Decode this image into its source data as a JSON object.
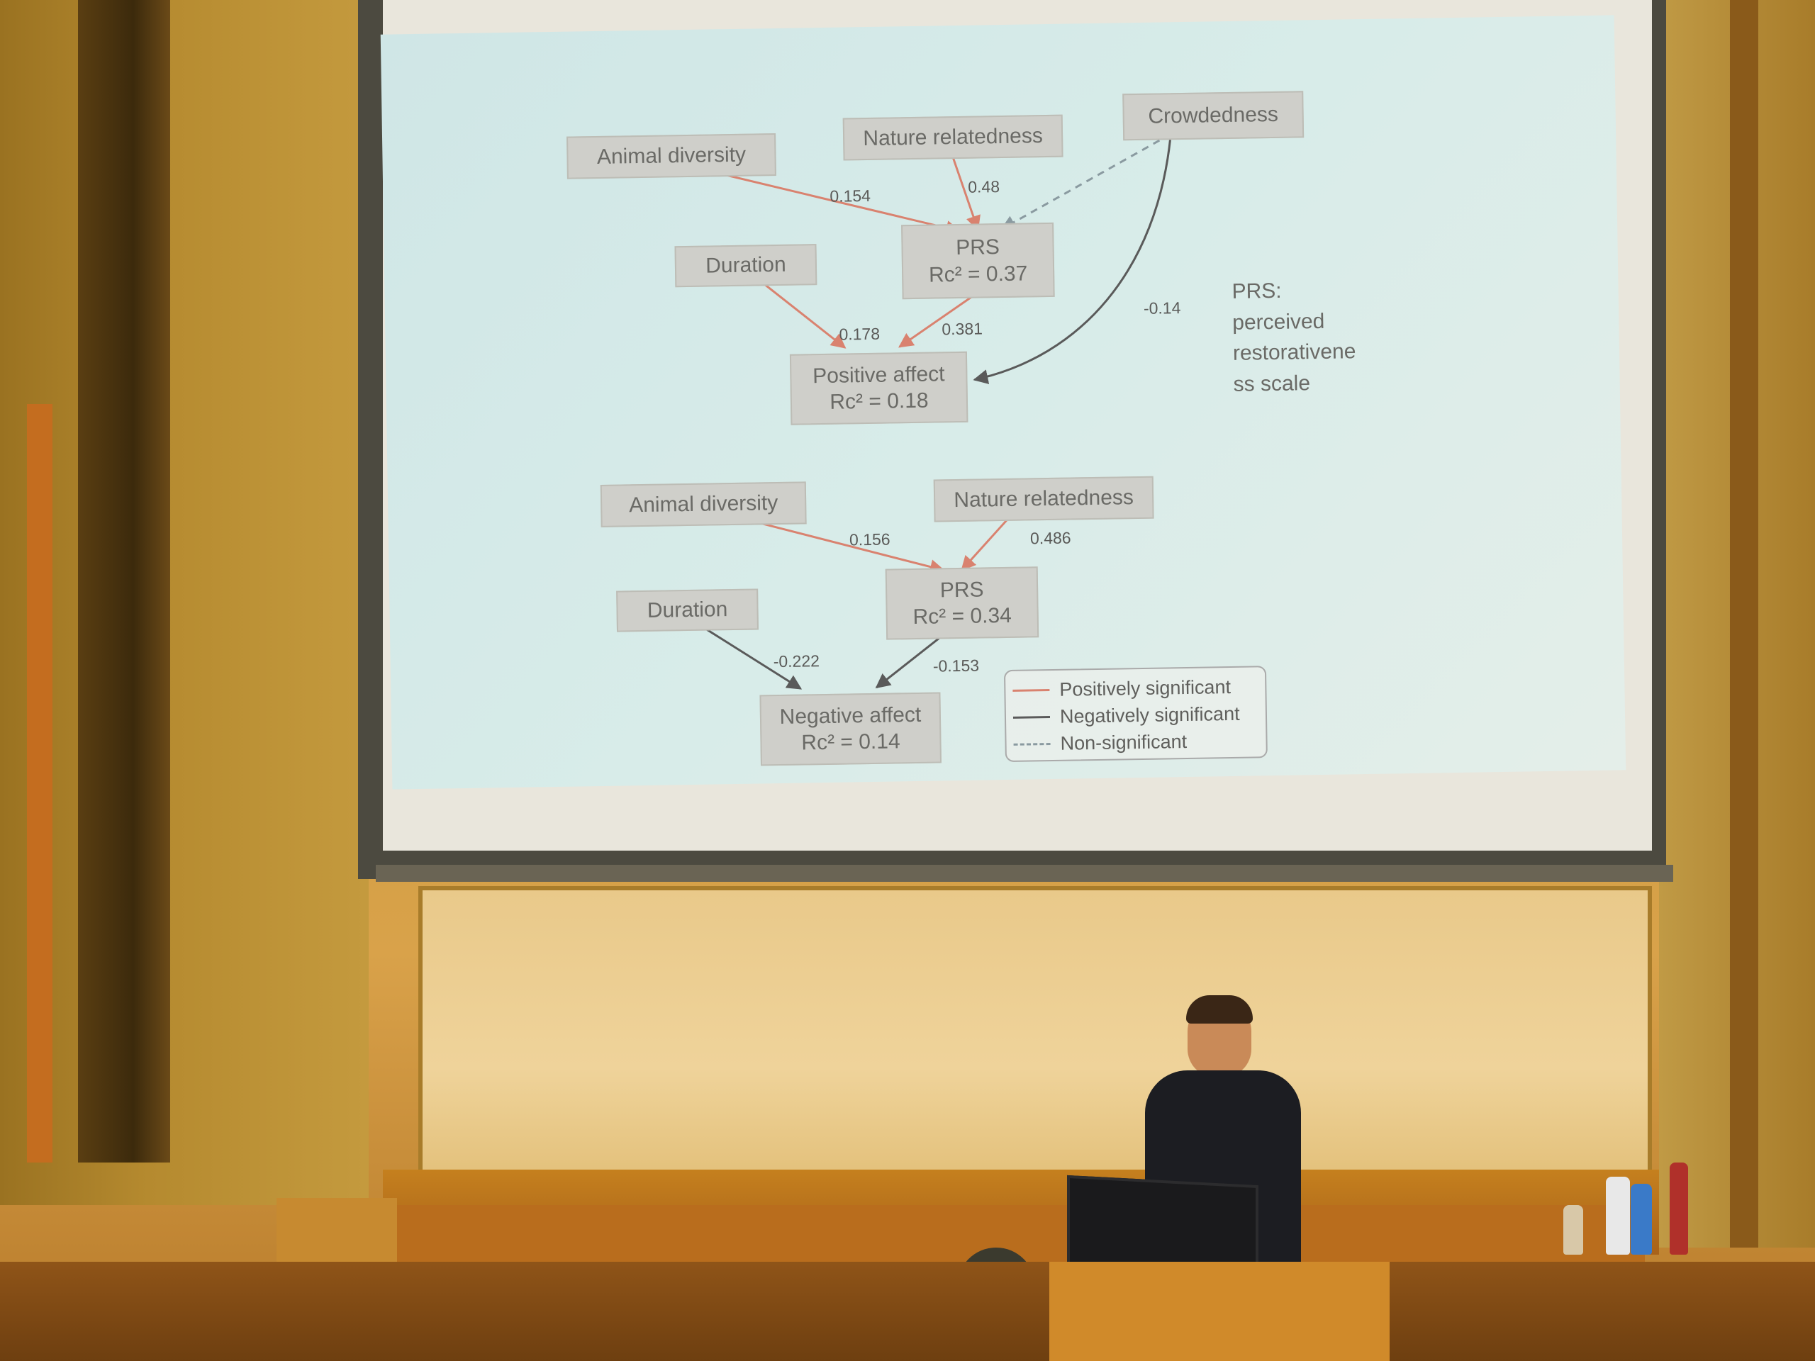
{
  "slide": {
    "top_model": {
      "nodes": {
        "animal_diversity": "Animal diversity",
        "nature_relatedness": "Nature relatedness",
        "crowdedness": "Crowdedness",
        "duration": "Duration",
        "prs_title": "PRS",
        "prs_rc": "Rc² = 0.37",
        "positive_affect_title": "Positive affect",
        "positive_affect_rc": "Rc² = 0.18"
      },
      "coefficients": {
        "animal_to_prs": "0.154",
        "nature_to_prs": "0.48",
        "duration_to_positive": "0.178",
        "prs_to_positive": "0.381",
        "crowdedness_to_positive": "-0.14"
      }
    },
    "bottom_model": {
      "nodes": {
        "animal_diversity": "Animal diversity",
        "nature_relatedness": "Nature relatedness",
        "duration": "Duration",
        "prs_title": "PRS",
        "prs_rc": "Rc² = 0.34",
        "negative_affect_title": "Negative affect",
        "negative_affect_rc": "Rc² = 0.14"
      },
      "coefficients": {
        "animal_to_prs": "0.156",
        "nature_to_prs": "0.486",
        "duration_to_negative": "-0.222",
        "prs_to_negative": "-0.153"
      }
    },
    "note_lines": [
      "PRS:",
      "perceived",
      "restorativene",
      "ss scale"
    ],
    "legend": {
      "positive": "Positively significant",
      "negative": "Negatively significant",
      "nonsig": "Non-significant"
    },
    "colors": {
      "positive": "#d9826f",
      "negative": "#5a5a5a",
      "nonsig": "#8a9aa0"
    }
  }
}
